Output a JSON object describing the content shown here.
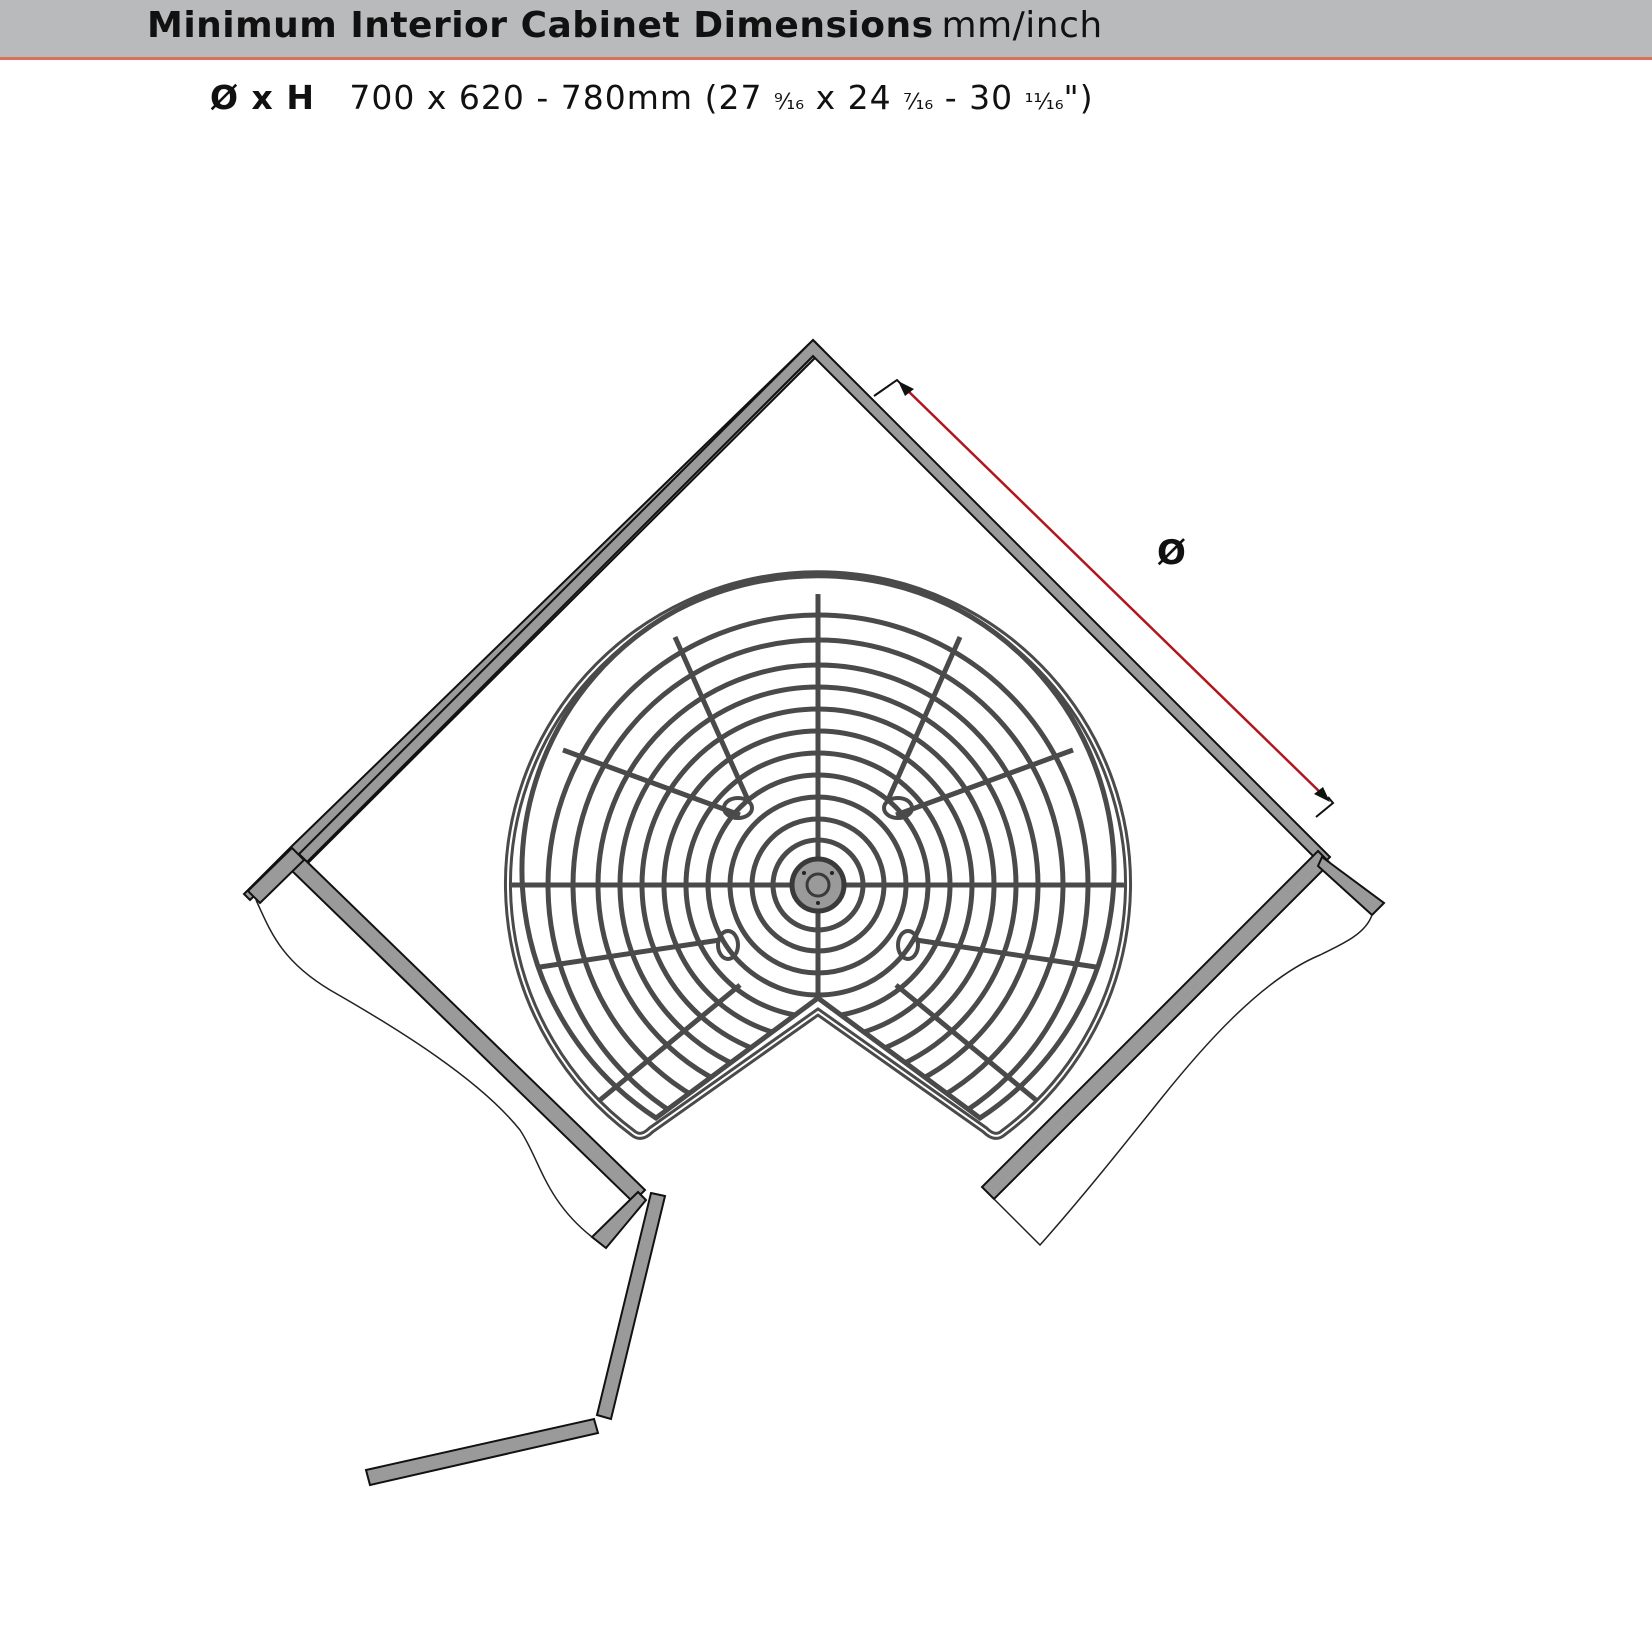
{
  "header": {
    "title": "Minimum Interior Cabinet Dimensions",
    "unit": "mm/inch",
    "background_color": "#b9babc",
    "accent_line_color": "#d9715f"
  },
  "dimensions": {
    "symbols": "Ø x H",
    "metric": "700 x 620 - 780mm",
    "imperial_open": "(27 ",
    "frac1": "⁹⁄₁₆",
    "imperial_mid1": " x 24 ",
    "frac2": "⁷⁄₁₆",
    "imperial_mid2": " - 30 ",
    "frac3": "¹¹⁄₁₆",
    "imperial_close": "\")"
  },
  "diagram": {
    "diameter_label": "Ø",
    "dimension_line_color": "#b0161c",
    "panel_fill": "#9a9a9a",
    "wire_color": "#4a4a4a",
    "components": [
      "corner-cabinet-walls",
      "kidney-lazy-susan-basket",
      "center-pivot-hub",
      "bifold-door",
      "adjacent-cabinet-breaks",
      "diameter-dimension-arrow"
    ]
  }
}
